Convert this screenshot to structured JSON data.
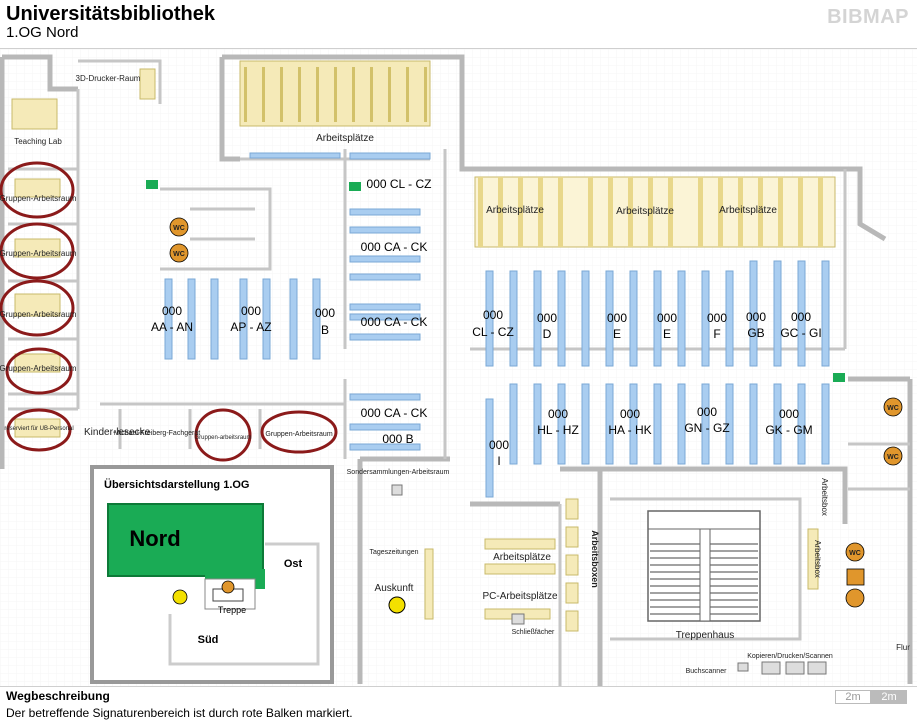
{
  "header": {
    "title": "Universitätsbibliothek",
    "subtitle": "1.OG Nord",
    "brand": "BIBMAP"
  },
  "map": {
    "rooms": {
      "druckerraum": "3D-Drucker-Raum",
      "teaching_lab": "Teaching Lab",
      "arbeitsplaetze_top": "Arbeitsplätze",
      "gruppen_arbeitsraum": "Gruppen-Arbeitsraum",
      "reserviert": "reserviert für UB-Personal",
      "kinderlesecke": "Kinder-lesecke",
      "michael_freiberg": "Michael-Freiberg-Fachgerät",
      "gruppen_small": "Gruppen-arbeitsraum",
      "gruppen_right": "Gruppen-Arbeitsraum",
      "sammlung": "Sondersammlungen-Arbeitsraum",
      "tageszeitungen": "Tageszeitungen",
      "auskunft": "Auskunft",
      "arbeitsplaetze_mid": "Arbeitsplätze",
      "pc_arbeitsplaetze": "PC-Arbeitsplätze",
      "schliessfaecher": "Schließfächer",
      "arbeitsboxen": "Arbeitsboxen",
      "arbeitsbox": "Arbeitsbox",
      "treppenhaus": "Treppenhaus",
      "buchscanner": "Buchscanner",
      "kopieren": "Kopieren/Drucken/Scannen",
      "flur": "Flur",
      "wc": "WC"
    },
    "shelf_groups": [
      {
        "code": "000",
        "range": "AA - AN"
      },
      {
        "code": "000",
        "range": "AP - AZ"
      },
      {
        "code": "000",
        "range": "B"
      },
      {
        "code": "000 CL - CZ",
        "range": ""
      },
      {
        "code": "000 CA - CK",
        "range": ""
      },
      {
        "code": "000 CA - CK",
        "range": ""
      },
      {
        "code": "000 CA - CK",
        "range": ""
      },
      {
        "code": "000 B",
        "range": ""
      },
      {
        "code": "000",
        "range": "CL - CZ"
      },
      {
        "code": "000",
        "range": "D"
      },
      {
        "code": "000",
        "range": "E"
      },
      {
        "code": "000",
        "range": "E"
      },
      {
        "code": "000",
        "range": "F"
      },
      {
        "code": "000",
        "range": "GB"
      },
      {
        "code": "000",
        "range": "GC - GI"
      },
      {
        "code": "000",
        "range": "I"
      },
      {
        "code": "000",
        "range": "HL - HZ"
      },
      {
        "code": "000",
        "range": "HA - HK"
      },
      {
        "code": "000",
        "range": "GN - GZ"
      },
      {
        "code": "000",
        "range": "GK - GM"
      }
    ],
    "overview": {
      "title": "Übersichtsdarstellung 1.OG",
      "nord": "Nord",
      "ost": "Ost",
      "sued": "Süd",
      "treppe": "Treppe"
    },
    "colors": {
      "shelf": "#a9cdf0",
      "desk": "#f5eab8",
      "highlight_ring": "#8b1a1a",
      "nord_green": "#1aab55",
      "wc_orange": "#e0962c"
    }
  },
  "footer": {
    "title": "Wegbeschreibung",
    "text": "Der betreffende Signaturenbereich ist durch rote Balken markiert.",
    "scale_a": "2m",
    "scale_b": "2m"
  }
}
